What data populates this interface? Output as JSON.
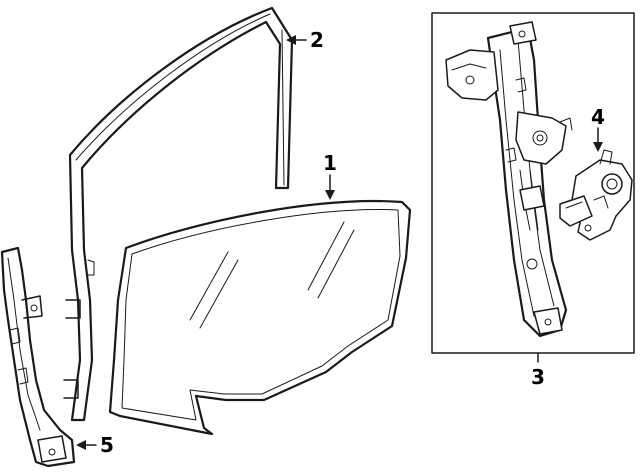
{
  "diagram": {
    "callouts": [
      {
        "id": "glass",
        "label": "1"
      },
      {
        "id": "run-channel",
        "label": "2"
      },
      {
        "id": "regulator",
        "label": "3"
      },
      {
        "id": "motor",
        "label": "4"
      },
      {
        "id": "guide-channel",
        "label": "5"
      }
    ],
    "colors": {
      "stroke": "#1a1a1a",
      "background": "#ffffff",
      "text": "#000000"
    }
  }
}
